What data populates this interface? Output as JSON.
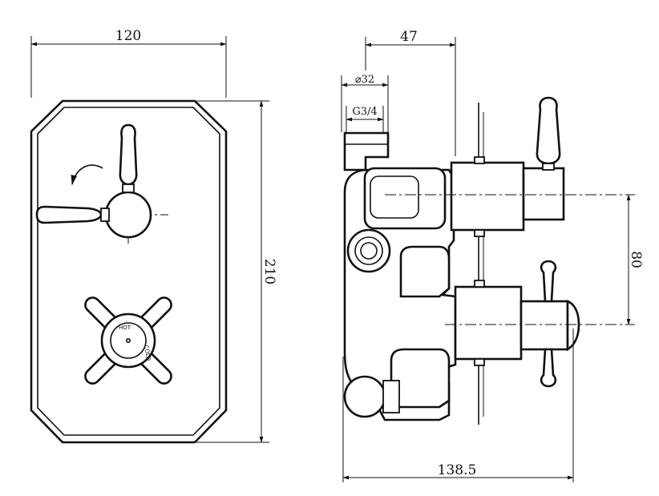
{
  "dimensions": {
    "front_width": "120",
    "front_height": "210",
    "side_depth_top": "47",
    "inlet_diameter": "⌀32",
    "inlet_thread": "G3/4",
    "spindle_spacing": "80",
    "overall_depth": "138.5"
  },
  "dial_labels": {
    "hot": "HOT",
    "cold": "COLD"
  }
}
